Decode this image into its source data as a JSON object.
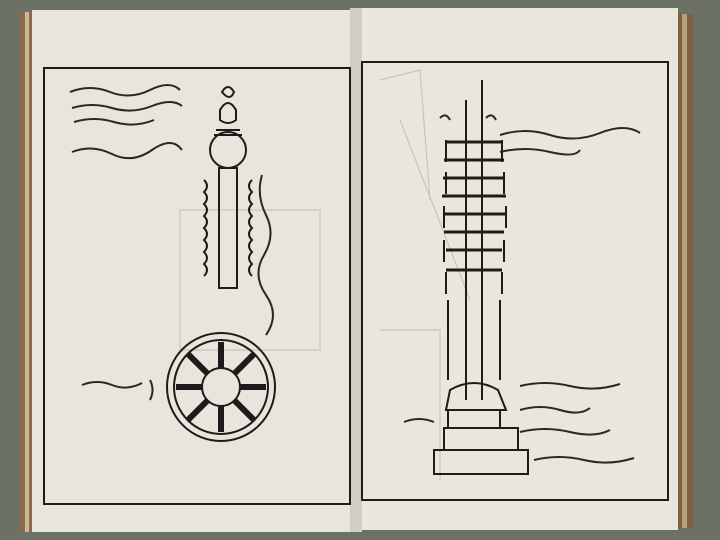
{
  "book": {
    "left_page": {
      "illustrations": [
        "finial-drawing",
        "wheel-drawing"
      ]
    },
    "right_page": {
      "illustrations": [
        "pagoda-spire-drawing"
      ]
    }
  },
  "colors": {
    "background": "#6c7166",
    "paper": "#e8e5dc",
    "ink": "#1e1c1a",
    "page_edge": "#8a6a4a"
  }
}
